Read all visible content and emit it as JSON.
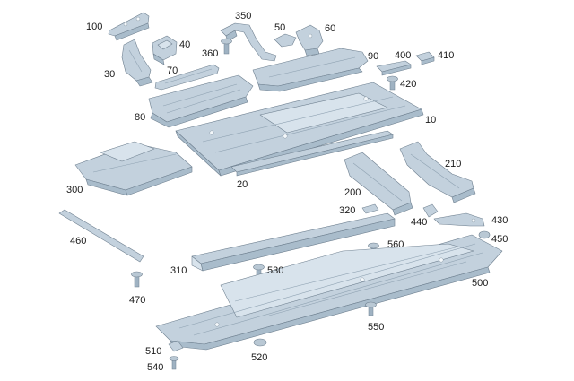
{
  "part_numbers": {
    "p10": "10",
    "p20": "20",
    "p30": "30",
    "p40": "40",
    "p50": "50",
    "p60": "60",
    "p70": "70",
    "p80": "80",
    "p90": "90",
    "p100": "100",
    "p200": "200",
    "p210": "210",
    "p300": "300",
    "p310": "310",
    "p320": "320",
    "p350": "350",
    "p360": "360",
    "p400": "400",
    "p410": "410",
    "p420": "420",
    "p430": "430",
    "p440": "440",
    "p450": "450",
    "p460": "460",
    "p470": "470",
    "p500": "500",
    "p510": "510",
    "p520": "520",
    "p530": "530",
    "p540": "540",
    "p550": "550",
    "p560": "560"
  },
  "colors": {
    "sheet_metal": "#c3d1dd",
    "sheet_metal_shadow": "#a9bccb",
    "outline": "#6f8090",
    "label": "#1a1a1a"
  }
}
